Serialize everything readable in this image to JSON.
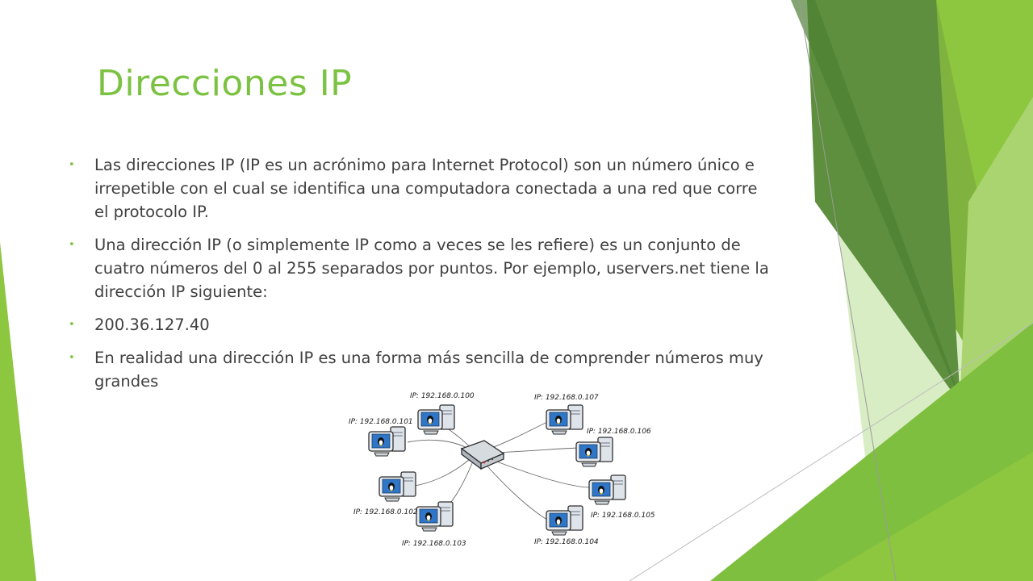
{
  "slide": {
    "title": "Direcciones IP",
    "bullets": [
      "Las direcciones IP (IP es un acrónimo para Internet Protocol) son un número único e irrepetible con el cual se identifica una computadora conectada a una red que corre el protocolo IP.",
      "Una dirección IP (o simplemente IP como a veces se les refiere) es un conjunto de cuatro números del 0 al 255 separados por puntos. Por ejemplo, uservers.net tiene la dirección IP siguiente:",
      "200.36.127.40",
      "En realidad una dirección IP es una forma más sencilla de comprender números muy grandes"
    ],
    "bullet_symbol": "•"
  },
  "network": {
    "labels": {
      "pc100": "IP: 192.168.0.100",
      "pc101": "IP: 192.168.0.101",
      "pc102": "IP: 192.168.0.102",
      "pc103": "IP: 192.168.0.103",
      "pc104": "IP: 192.168.0.104",
      "pc105": "IP: 192.168.0.105",
      "pc106": "IP: 192.168.0.106",
      "pc107": "IP: 192.168.0.107"
    }
  },
  "colors": {
    "accent": "#7cc242",
    "text": "#404040",
    "decor_dark": "#5d8f3e",
    "decor_mid": "#8dc63f",
    "decor_light": "#d9edc4"
  }
}
